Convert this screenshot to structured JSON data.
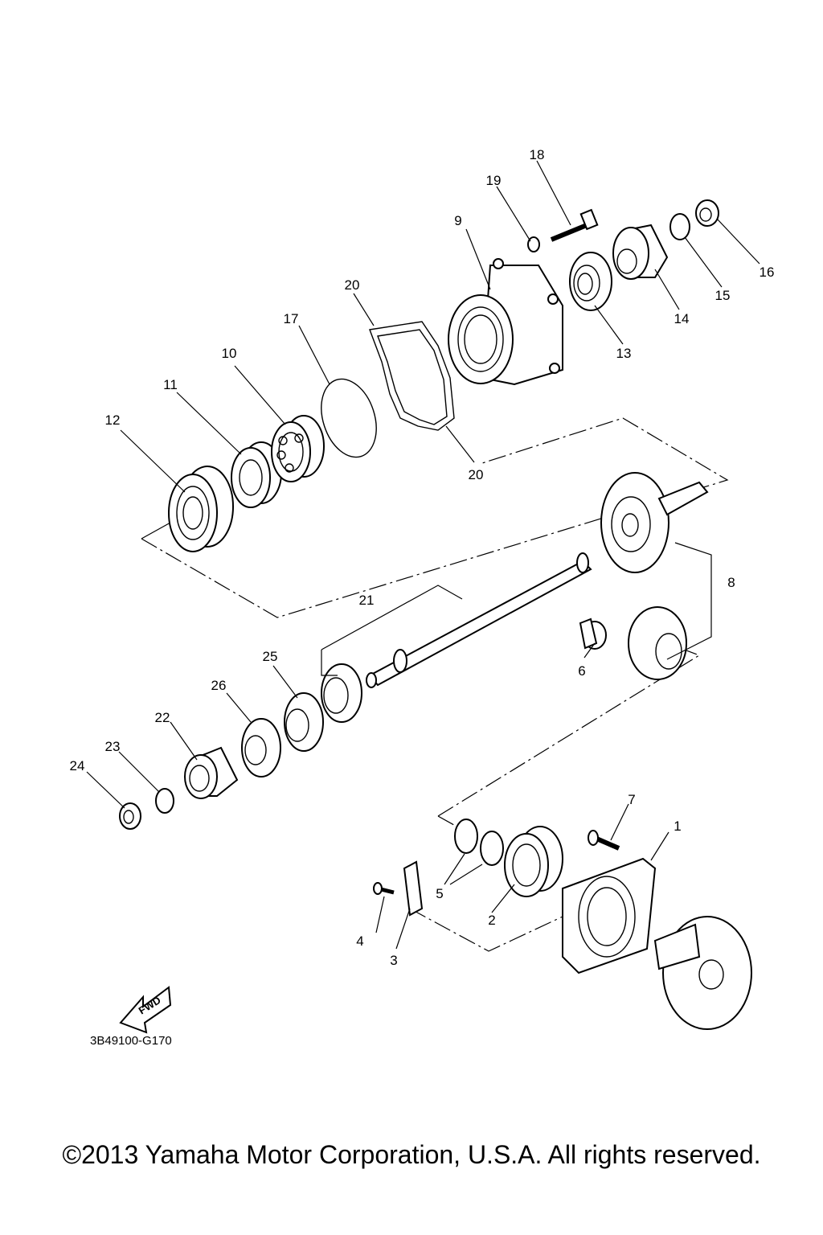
{
  "diagram": {
    "labels": [
      "1",
      "2",
      "3",
      "4",
      "5",
      "6",
      "7",
      "8",
      "9",
      "10",
      "11",
      "12",
      "13",
      "14",
      "15",
      "16",
      "17",
      "18",
      "19",
      "20",
      "20",
      "21",
      "22",
      "23",
      "24",
      "25",
      "26"
    ],
    "ref_code": "3B49100-G170",
    "fwd": "FWD"
  },
  "footer": {
    "copyright": "©2013 Yamaha Motor Corporation, U.S.A. All rights reserved."
  }
}
